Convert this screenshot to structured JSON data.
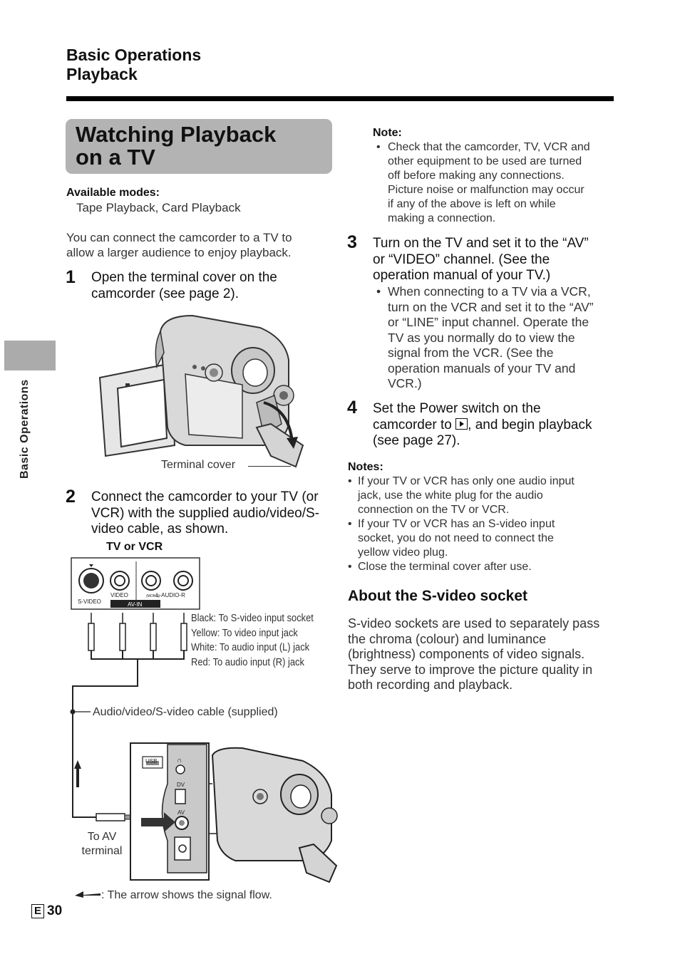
{
  "header": {
    "line1": "Basic Operations",
    "line2": "Playback"
  },
  "title": {
    "line1": "Watching Playback",
    "line2": "on a TV"
  },
  "sidebar": {
    "section": "Basic Operations"
  },
  "available_modes": {
    "label": "Available modes:",
    "value": "Tape Playback, Card Playback"
  },
  "intro": {
    "line1": "You can connect the camcorder to a TV to",
    "line2": "allow a larger audience to enjoy playback."
  },
  "step1": {
    "num": "1",
    "line1": "Open the terminal cover on the",
    "line2": "camcorder (see page 2)."
  },
  "figure1": {
    "terminal_cover": "Terminal cover"
  },
  "step2": {
    "num": "2",
    "line1": "Connect the camcorder to your TV (or",
    "line2": "VCR) with the supplied audio/video/S-",
    "line3": "video cable, as shown."
  },
  "figure2": {
    "tv_label": "TV or VCR",
    "svideo": "S-VIDEO",
    "video": "VIDEO",
    "mono": "(MONO)",
    "audio": "L-AUDIO-R",
    "avin": "AV-IN",
    "plug_black": "Black: To S-video input socket",
    "plug_yellow": "Yellow: To video input jack",
    "plug_white": "White: To audio input (L) jack",
    "plug_red": "Red: To audio input (R) jack",
    "cable": "Audio/video/S-video cable (supplied)",
    "usb": "USB",
    "dv": "DV",
    "av": "AV",
    "to_av_1": "To AV",
    "to_av_2": "terminal",
    "signal_flow": ": The arrow shows the signal flow."
  },
  "note1": {
    "label": "Note:",
    "lines": [
      "Check that the camcorder, TV, VCR and",
      "other equipment to be used are turned",
      "off before making any connections.",
      "Picture noise or malfunction may occur",
      "if any of the above is left on while",
      "making a connection."
    ]
  },
  "step3": {
    "num": "3",
    "lines": [
      "Turn on the TV and set it to the “AV”",
      "or “VIDEO” channel. (See the",
      "operation manual of your TV.)"
    ],
    "bullet": [
      "When connecting to a TV via a VCR,",
      "turn on the VCR and set it to the “AV”",
      "or “LINE” input channel. Operate the",
      "TV as you normally do to view the",
      "signal from the VCR. (See the",
      "operation manuals of your TV and",
      "VCR.)"
    ]
  },
  "step4": {
    "num": "4",
    "line1": "Set the Power switch on the",
    "line2a": "camcorder to ",
    "line2b": ", and begin playback",
    "line3": "(see page 27)."
  },
  "notes2": {
    "label": "Notes:",
    "b1": [
      "If your TV or VCR has only one audio input",
      "jack, use the white plug for the audio",
      "connection on the TV or VCR."
    ],
    "b2": [
      "If your TV or VCR has an S-video input",
      "socket, you do not need to connect the",
      "yellow video plug."
    ],
    "b3": [
      "Close the terminal cover after use."
    ]
  },
  "about": {
    "heading": "About the S-video socket",
    "lines": [
      "S-video sockets are used to separately pass",
      "the chroma (colour) and luminance",
      "(brightness) components of video signals.",
      "They serve to improve the picture quality in",
      "both recording and playback."
    ]
  },
  "footer": {
    "lang": "E",
    "page": "30"
  }
}
